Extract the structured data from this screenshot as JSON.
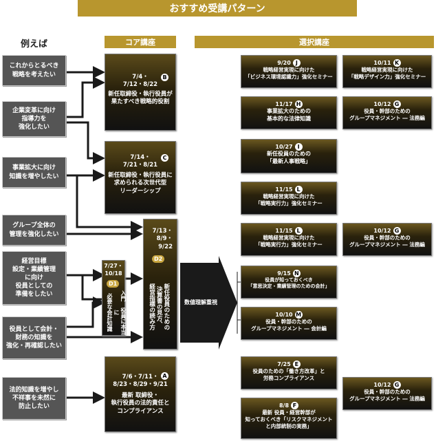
{
  "header": {
    "title": "おすすめ受講パターン"
  },
  "labels": {
    "example": "例えば",
    "core": "コア講座",
    "elective": "選択講座"
  },
  "needs": [
    "これからとるべき\n戦略を考えたい",
    "企業変革に向け\n指導力を\n強化したい",
    "事業拡大に向け\n知識を増やしたい",
    "グループ全体の\n管理を強化したい",
    "経営目標\n設定・業績管理\nに向け\n役員としての\n準備をしたい",
    "役員として会計・\n財務の知識を\n強化・再確認したい",
    "法的知識を増やし\n不祥事を未然に\n防止したい"
  ],
  "core": [
    {
      "dates": "7/4・\n7/12・8/22",
      "badge": "B",
      "title": "新任取締役・執行役員が\n果たすべき戦略的役割"
    },
    {
      "dates": "7/14・\n7/21・8/21",
      "badge": "C",
      "title": "新任取締役・執行役員に\n求められる次世代型\nリーダーシップ"
    },
    {
      "dates": "7/13・\n8/9・\n9/22",
      "badge": "D2",
      "title": "新任役員のための\n決算書の見方、\n経営指標の読み方"
    },
    {
      "dates": "7/27・\n10/18",
      "badge": "D1",
      "title": "入門 役員に本当に\n必要な会計知識"
    },
    {
      "dates": "7/6・7/11・\n8/23・8/29・9/21",
      "badge": "A",
      "title": "最新 取締役・\n執行役員の法的責任と\nコンプライアンス"
    }
  ],
  "bridge": {
    "label": "数値理解重視"
  },
  "electives": [
    {
      "date": "9/20",
      "badge": "J",
      "title": "戦略経営実現に向けた\n「ビジネス環境認識力」強化セミナー"
    },
    {
      "date": "10/11",
      "badge": "K",
      "title": "戦略経営実現に向けた\n「戦略デザイン力」強化セミナー"
    },
    {
      "date": "11/17",
      "badge": "H",
      "title": "事業拡大のための\n基本的な法律知識"
    },
    {
      "date": "10/12",
      "badge": "G",
      "title": "役員・幹部のための\nグループマネジメント ― 法務編"
    },
    {
      "date": "10/27",
      "badge": "I",
      "title": "新任役員のための\n「最新人事戦略」"
    },
    {
      "date": "11/15",
      "badge": "L",
      "title": "戦略経営実現に向けた\n「戦略実行力」強化セミナー"
    },
    {
      "date": "11/15",
      "badge": "L",
      "title": "戦略経営実現に向けた\n「戦略実行力」強化セミナー"
    },
    {
      "date": "10/12",
      "badge": "G",
      "title": "役員・幹部のための\nグループマネジメント ― 法務編"
    },
    {
      "date": "9/15",
      "badge": "N",
      "title": "役員が知っておくべき\n「意思決定・業績管理のための会計」"
    },
    {
      "date": "10/10",
      "badge": "M",
      "title": "役員・幹部のための\nグループマネジメント ― 会計編"
    },
    {
      "date": "7/25",
      "badge": "E",
      "title": "役員のための「働き方改革」と\n労務コンプライアンス"
    },
    {
      "date": "10/12",
      "badge": "G",
      "title": "役員・幹部のための\nグループマネジメント ― 法務編"
    },
    {
      "date": "8/8",
      "badge": "F",
      "title": "最新 役員・経営幹部が\n知っておくべき「リスクマネジメント\nと内部統制の実務」"
    }
  ],
  "colors": {
    "gold": "#b8962e",
    "need_box": "#555555",
    "arrow": "#1a1a1a"
  }
}
